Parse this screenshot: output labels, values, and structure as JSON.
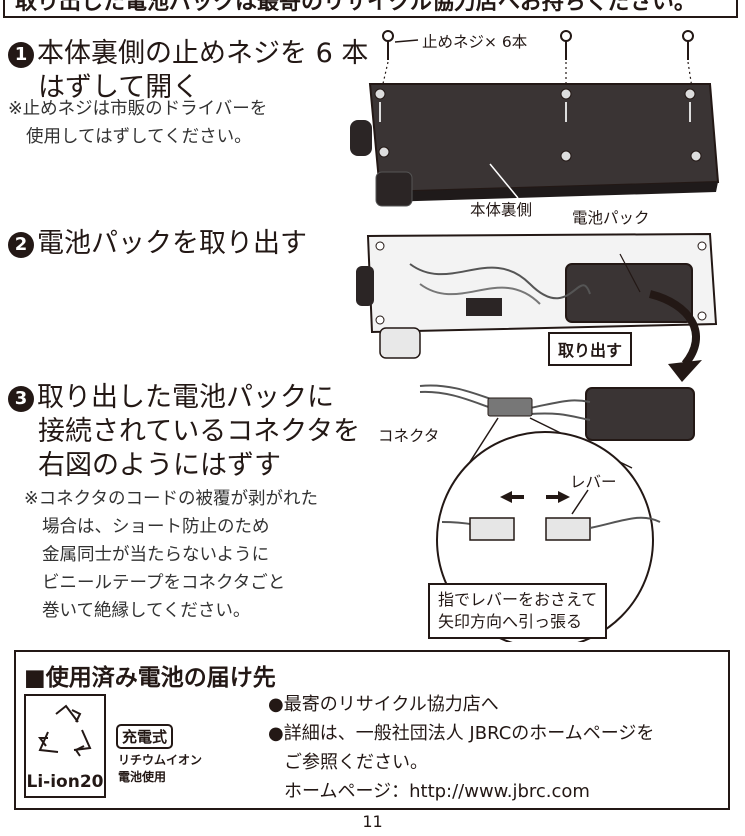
{
  "banner": "取り出した電池パックは最寄のリサイクル協力店へお持ちください。",
  "step1": {
    "num": "1",
    "title_line1": "本体裏側の止めネジを 6 本",
    "title_line2": "はずして開く",
    "note_line1": "※止めネジは市販のドライバーを",
    "note_line2": "使用してはずしてください。",
    "screw_label": "止めネジ× 6本",
    "body_label": "本体裏側"
  },
  "step2": {
    "num": "2",
    "title": "電池パックを取り出す",
    "pack_label": "電池パック",
    "remove_label": "取り出す"
  },
  "step3": {
    "num": "3",
    "title_line1": "取り出した電池パックに",
    "title_line2": "接続されているコネクタを",
    "title_line3": "右図のようにはずす",
    "note_lines": [
      "※コネクタのコードの被覆が剥がれた",
      "場合は、ショート防止のため",
      "金属同士が当たらないように",
      "ビニールテープをコネクタごと",
      "巻いて絶縁してください。"
    ],
    "connector_label": "コネクタ",
    "lever_label": "レバー",
    "callout_line1": "指でレバーをおさえて",
    "callout_line2": "矢印方向へ引っ張る"
  },
  "recycle": {
    "title": "■使用済み電池の届け先",
    "logo_text": "Li-ion20",
    "badge": "充電式",
    "badge_sub1": "リチウムイオン",
    "badge_sub2": "電池使用",
    "line1": "●最寄のリサイクル協力店へ",
    "line2": "●詳細は、一般社団法人 JBRCのホームページを",
    "line3": "ご参照ください。",
    "line4": "ホームページ：http://www.jbrc.com"
  },
  "page_number": "11"
}
